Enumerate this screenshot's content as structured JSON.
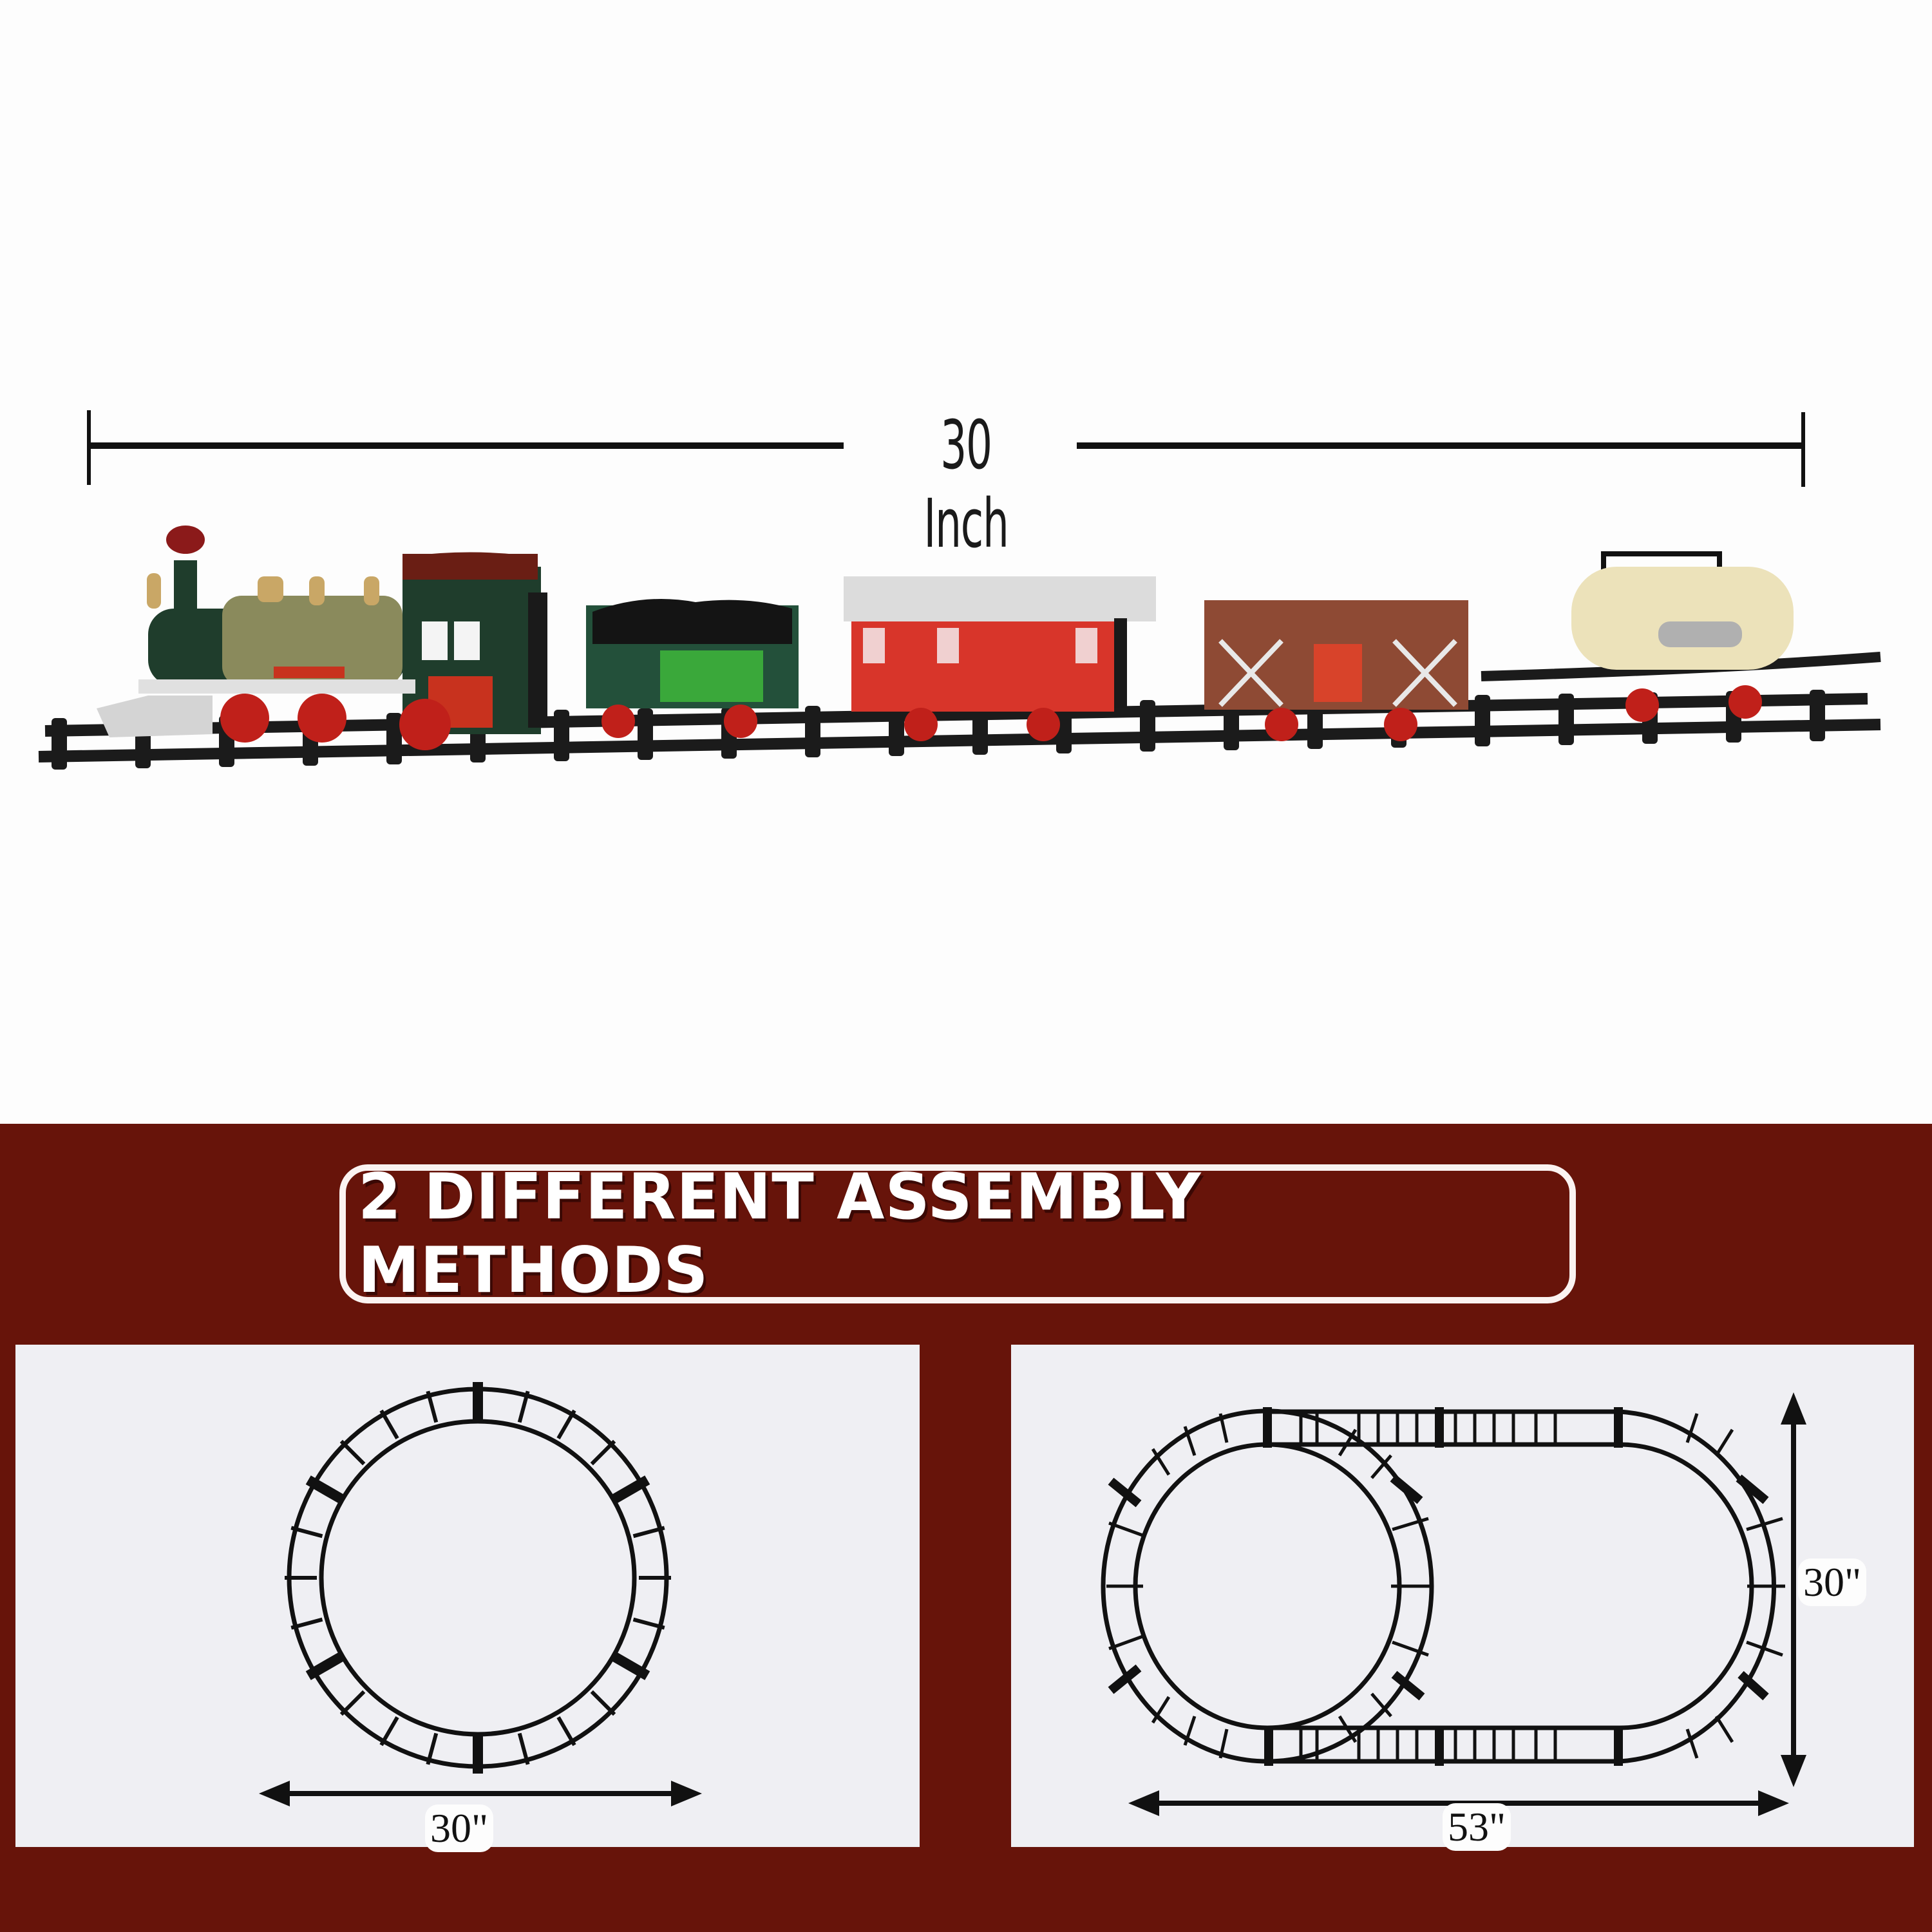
{
  "product_image": {
    "length_measure": {
      "label": "30 Inch"
    },
    "train": {
      "cars": [
        {
          "type": "locomotive",
          "colors": {
            "body": "#1f3d2c",
            "boiler": "#8a8a5c",
            "cab_roof": "#6a1e14",
            "stack_cap": "#8b1a1a",
            "cowcatcher": "#d8d8d8",
            "plate": "#c8321e"
          }
        },
        {
          "type": "coal-tender",
          "colors": {
            "body": "#23503a",
            "coal": "#141414",
            "label": "#3aa83a"
          }
        },
        {
          "type": "caboose",
          "colors": {
            "body": "#d8352a",
            "roof": "#dcdcdc"
          }
        },
        {
          "type": "cattle-car",
          "colors": {
            "body": "#8e4a34",
            "label": "#d8432a"
          }
        },
        {
          "type": "tank-car",
          "colors": {
            "body": "#ece2ba",
            "rack": "#111111",
            "label": "#b0b0b0"
          }
        }
      ],
      "wheel_color": "#c0201a",
      "track_color": "#1b1b1b"
    }
  },
  "assembly": {
    "banner_title": "2 DIFFERENT ASSEMBLY METHODS",
    "colors": {
      "background": "#67140a",
      "banner_border": "#fbf3f1",
      "panel": "#efeff3",
      "track": "#111111"
    },
    "methods": [
      {
        "name": "circle",
        "dimensions": {
          "width_label": "30\""
        }
      },
      {
        "name": "oval",
        "dimensions": {
          "width_label": "53\"",
          "height_label": "30\""
        }
      }
    ]
  }
}
